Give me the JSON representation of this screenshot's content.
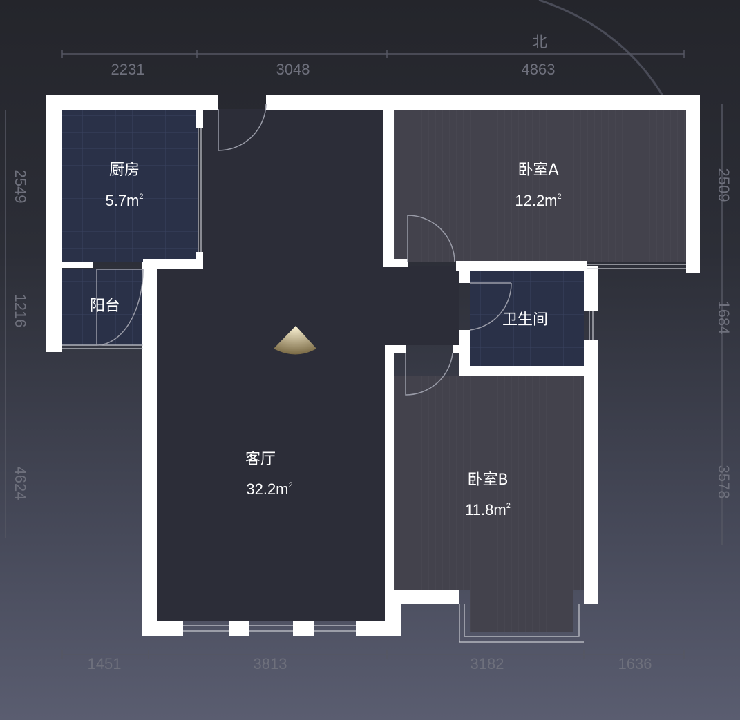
{
  "compass": {
    "label": "北"
  },
  "dimensions": {
    "top": [
      "2231",
      "3048",
      "4863"
    ],
    "bottom": [
      "1451",
      "3813",
      "3182",
      "1636"
    ],
    "left": [
      "2549",
      "1216",
      "4624"
    ],
    "right": [
      "2509",
      "1684",
      "3578"
    ]
  },
  "rooms": {
    "kitchen": {
      "name": "厨房",
      "area": "5.7m",
      "unit_sup": "2"
    },
    "balcony": {
      "name": "阳台"
    },
    "living": {
      "name": "客厅",
      "area": "32.2m",
      "unit_sup": "2"
    },
    "bedroom_a": {
      "name": "卧室A",
      "area": "12.2m",
      "unit_sup": "2"
    },
    "bathroom": {
      "name": "卫生间"
    },
    "bedroom_b": {
      "name": "卧室B",
      "area": "11.8m",
      "unit_sup": "2"
    }
  },
  "colors": {
    "tile": "#2a3148",
    "living": "#2c2d38",
    "wood": "#43424c",
    "wall": "#ffffff"
  }
}
